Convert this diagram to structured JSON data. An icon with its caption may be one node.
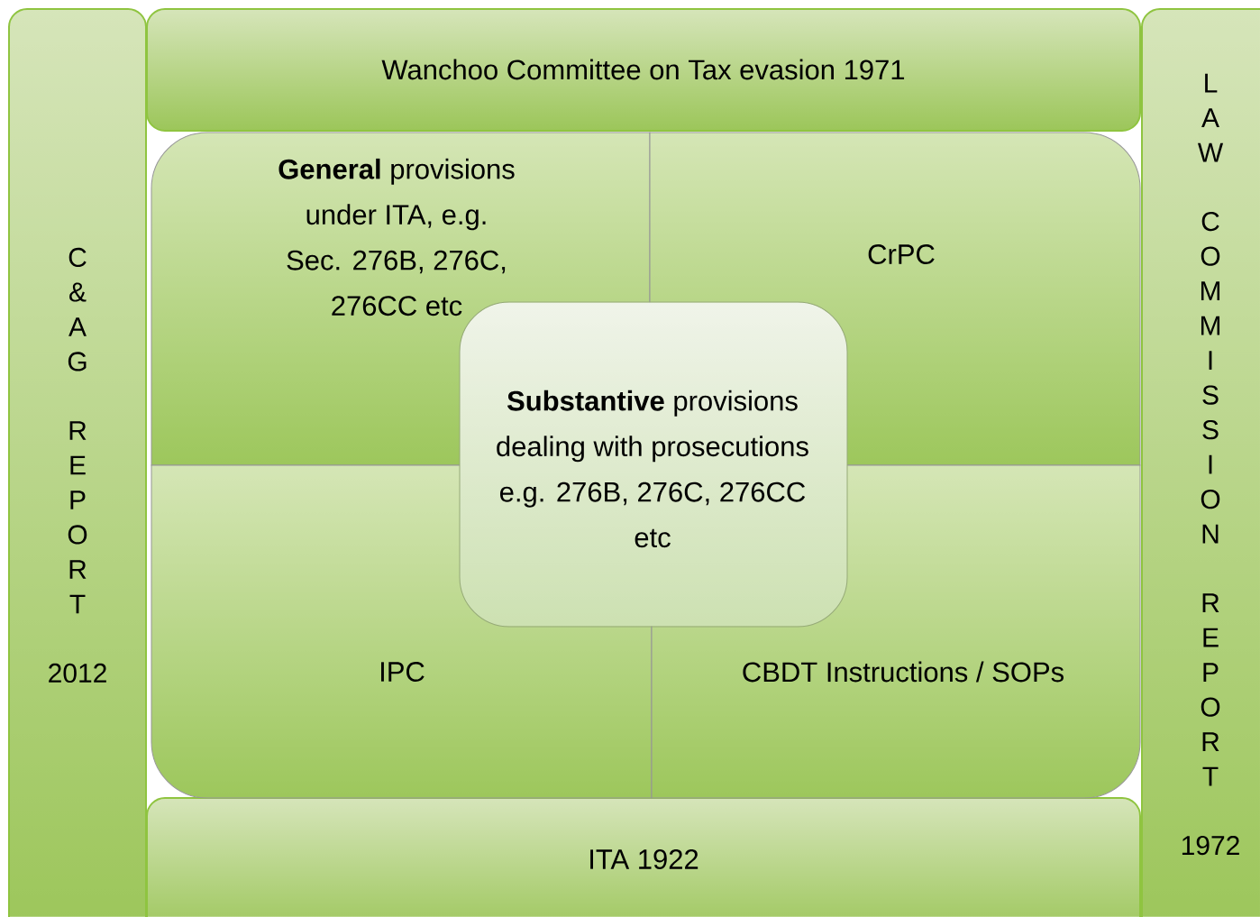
{
  "diagram": {
    "nodes": [
      {
        "text": [
          "Wanchoo Committee on Tax evasion 1971"
        ]
      },
      {
        "text": [
          "C&AG",
          "REPORT",
          "2012"
        ]
      },
      {
        "text": [
          "LAW",
          "COMMISSION",
          "REPORT",
          "1972"
        ]
      },
      {
        "text": [
          "**General** provisions under ITA, e.g. Sec. 276B, 276C, 276CC etc"
        ]
      },
      {
        "text": [
          "CrPC"
        ]
      },
      {
        "text": [
          "**Substantive** provisions dealing with prosecutions e.g. 276B, 276C, 276CC etc"
        ]
      },
      {
        "text": [
          "IPC"
        ]
      },
      {
        "text": [
          "CBDT Instructions / SOPs"
        ]
      },
      {
        "text": [
          "ITA 1922"
        ]
      }
    ]
  }
}
